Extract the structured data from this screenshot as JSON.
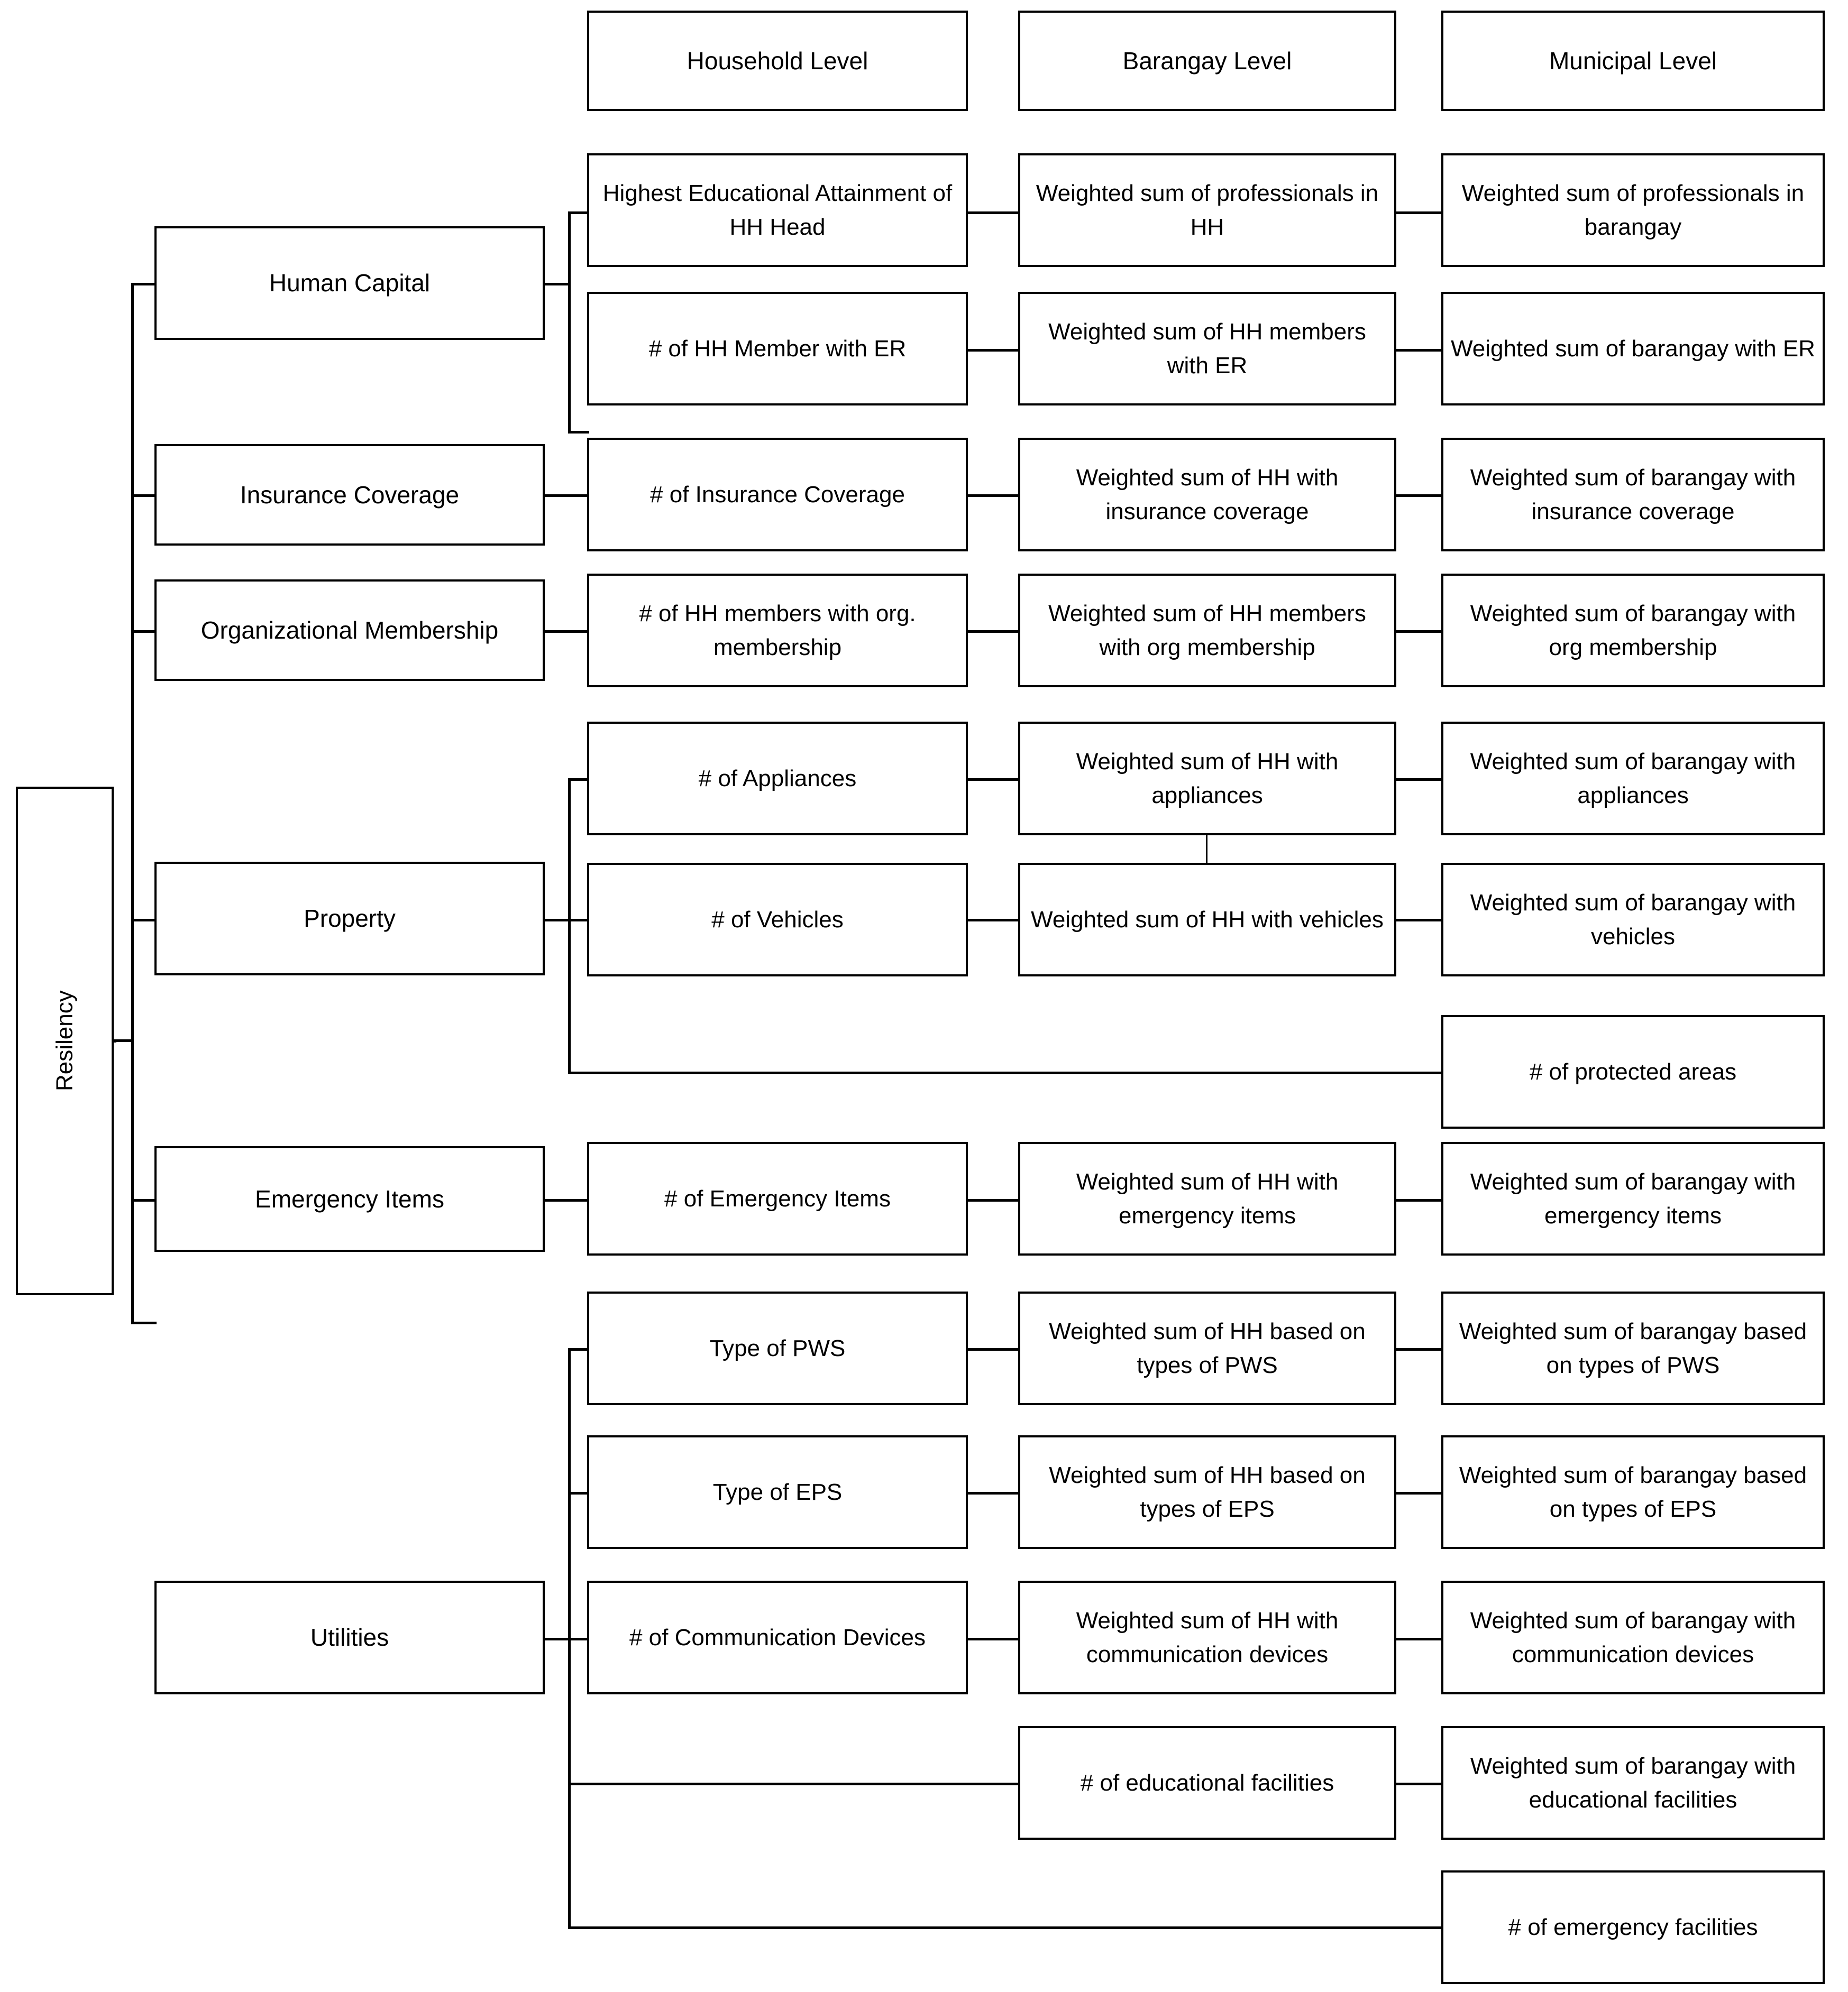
{
  "diagram": {
    "root": {
      "label": "Resilency"
    },
    "column_headers": [
      {
        "label": "Household Level"
      },
      {
        "label": "Barangay Level"
      },
      {
        "label": "Municipal Level"
      }
    ],
    "categories": [
      {
        "label": "Human Capital"
      },
      {
        "label": "Insurance Coverage"
      },
      {
        "label": "Organizational Membership"
      },
      {
        "label": "Property"
      },
      {
        "label": "Emergency Items"
      },
      {
        "label": "Utilities"
      }
    ],
    "rows": [
      {
        "category": "Human Capital",
        "household": "Highest Educational Attainment of HH Head",
        "barangay": "Weighted sum of professionals in HH",
        "municipal": "Weighted sum of professionals in barangay"
      },
      {
        "category": "Human Capital",
        "household": "# of HH Member with ER",
        "barangay": "Weighted sum of HH members with ER",
        "municipal": "Weighted sum of barangay with ER"
      },
      {
        "category": "Insurance Coverage",
        "household": "# of Insurance Coverage",
        "barangay": "Weighted sum of HH with insurance coverage",
        "municipal": "Weighted sum of barangay with insurance coverage"
      },
      {
        "category": "Organizational Membership",
        "household": "# of HH members with org. membership",
        "barangay": "Weighted sum of HH members with org membership",
        "municipal": "Weighted sum of barangay with org membership"
      },
      {
        "category": "Property",
        "household": "# of Appliances",
        "barangay": "Weighted sum of HH with appliances",
        "municipal": "Weighted sum of barangay with appliances"
      },
      {
        "category": "Property",
        "household": "# of Vehicles",
        "barangay": "Weighted sum of HH with vehicles",
        "municipal": "Weighted sum of barangay with vehicles"
      },
      {
        "category": "Property",
        "household": "",
        "barangay": "",
        "municipal": "# of protected areas"
      },
      {
        "category": "Emergency Items",
        "household": "# of Emergency Items",
        "barangay": "Weighted sum of HH with emergency items",
        "municipal": "Weighted sum of barangay with emergency items"
      },
      {
        "category": "Utilities",
        "household": "Type of PWS",
        "barangay": "Weighted sum of HH based on types of PWS",
        "municipal": "Weighted sum of barangay based on types of PWS"
      },
      {
        "category": "Utilities",
        "household": "Type of EPS",
        "barangay": "Weighted sum of HH based on types of EPS",
        "municipal": "Weighted sum of barangay based on types of EPS"
      },
      {
        "category": "Utilities",
        "household": "# of Communication Devices",
        "barangay": "Weighted sum of HH with communication devices",
        "municipal": "Weighted sum of barangay with communication devices"
      },
      {
        "category": "Utilities",
        "household": "",
        "barangay": "# of educational facilities",
        "municipal": "Weighted sum of barangay with educational facilities"
      },
      {
        "category": "Utilities",
        "household": "",
        "barangay": "",
        "municipal": "# of emergency facilities"
      }
    ],
    "colors": {
      "stroke": "#000000",
      "fill": "#ffffff",
      "text": "#000000"
    }
  }
}
